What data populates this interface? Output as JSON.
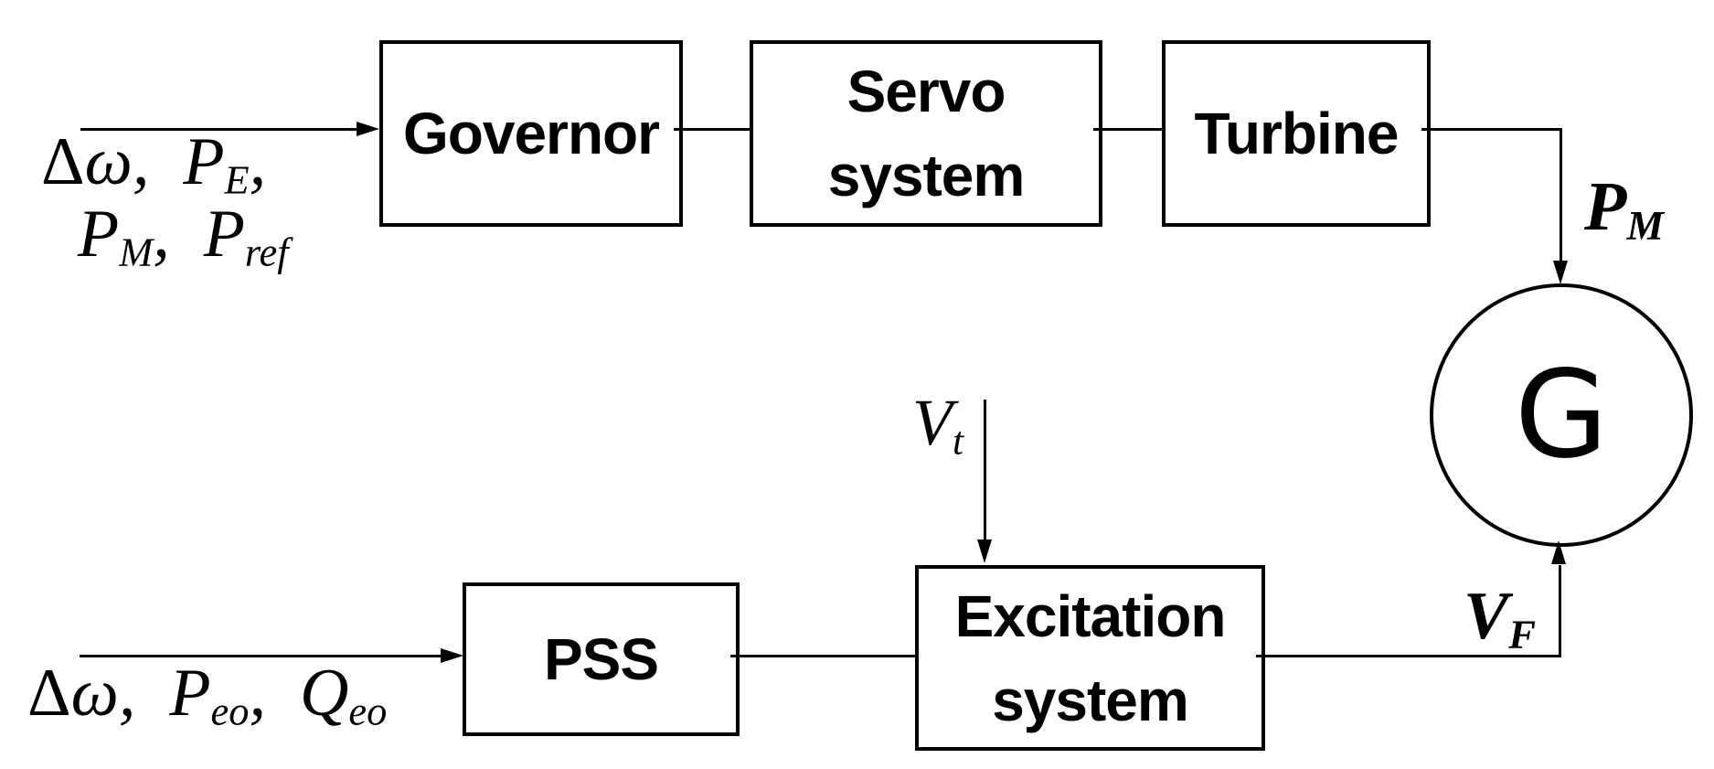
{
  "diagram": {
    "colors": {
      "background": "#ffffff",
      "stroke": "#000000",
      "text": "#000000"
    },
    "blocks": {
      "governor": {
        "label": "Governor"
      },
      "servo": {
        "line1": "Servo",
        "line2": "system"
      },
      "turbine": {
        "label": "Turbine"
      },
      "pss": {
        "label": "PSS"
      },
      "excitation": {
        "line1": "Excitation",
        "line2": "system"
      },
      "generator": {
        "label": "G"
      }
    },
    "labels": {
      "governor_inputs_line1": [
        {
          "t": "Δ",
          "up": true
        },
        {
          "t": "ω,  "
        },
        {
          "t": "P"
        },
        {
          "sub": "E"
        },
        {
          "t": ","
        }
      ],
      "governor_inputs_line2": [
        {
          "t": "P"
        },
        {
          "sub": "M"
        },
        {
          "t": ",  "
        },
        {
          "t": "P"
        },
        {
          "sub": "ref"
        }
      ],
      "pss_inputs": [
        {
          "t": "Δ",
          "up": true
        },
        {
          "t": "ω,  "
        },
        {
          "t": "P"
        },
        {
          "sub": "eo"
        },
        {
          "t": ",  "
        },
        {
          "t": "Q"
        },
        {
          "sub": "eo"
        }
      ],
      "mechanical_power": [
        {
          "t": "P"
        },
        {
          "sub": "M"
        }
      ],
      "field_voltage": [
        {
          "t": "V"
        },
        {
          "sub": "F"
        }
      ],
      "terminal_voltage": [
        {
          "t": "V"
        },
        {
          "sub": "t"
        }
      ]
    }
  }
}
